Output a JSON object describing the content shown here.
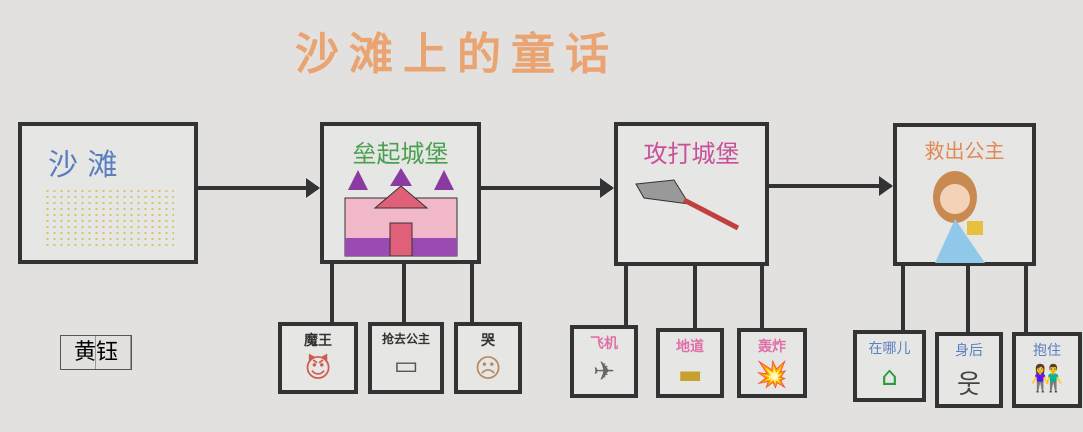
{
  "title": "沙滩上的童话",
  "steps": [
    {
      "label": "沙 滩",
      "color": "#5a7fc0"
    },
    {
      "label": "垒起城堡",
      "color": "#4aa050"
    },
    {
      "label": "攻打城堡",
      "color": "#c8509a"
    },
    {
      "label": "救出公主",
      "color": "#e08a55"
    }
  ],
  "details": [
    {
      "label": "魔王",
      "icon": "devil-mask-icon",
      "glyph": "😈"
    },
    {
      "label": "抢去公主",
      "icon": "cannon-icon",
      "glyph": "▭"
    },
    {
      "label": "哭",
      "icon": "crying-face-icon",
      "glyph": "☹"
    },
    {
      "label": "飞机",
      "icon": "airplane-icon",
      "glyph": "✈"
    },
    {
      "label": "地道",
      "icon": "tunnel-icon",
      "glyph": "▬"
    },
    {
      "label": "轰炸",
      "icon": "explosion-icon",
      "glyph": "💥"
    },
    {
      "label": "在哪儿",
      "icon": "house-icon",
      "glyph": "⌂"
    },
    {
      "label": "身后",
      "icon": "stick-figures-icon",
      "glyph": "웃"
    },
    {
      "label": "抱住",
      "icon": "hug-icon",
      "glyph": "👫"
    }
  ],
  "signature": "黄钰"
}
